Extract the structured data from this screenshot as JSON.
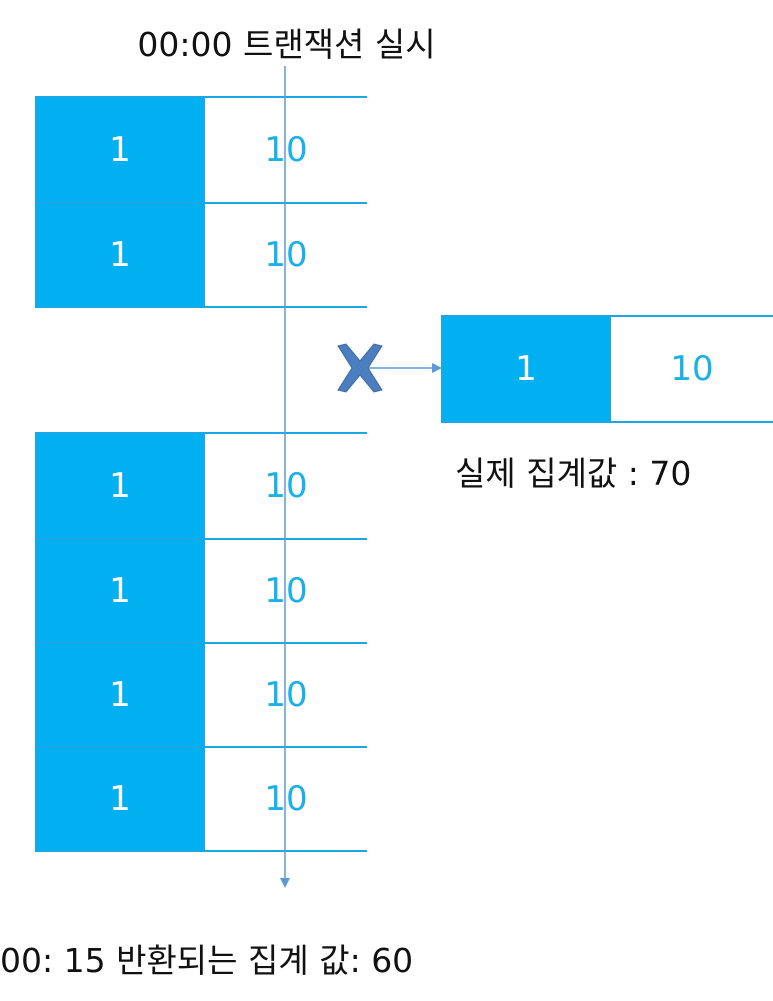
{
  "title": "00:00 트랜잭션 실시",
  "actual_caption": "실제 집계값 : 70",
  "result_caption": "00: 15 반환되는 집계 값: 60",
  "colors": {
    "key_fill": "#00b0f0",
    "border": "#1aa7e4",
    "value_text": "#1ab0e8",
    "arrow": "#5b9bd5",
    "cross": "#4a7ebf"
  },
  "tables": {
    "top": [
      {
        "key": "1",
        "value": "10"
      },
      {
        "key": "1",
        "value": "10"
      }
    ],
    "bottom": [
      {
        "key": "1",
        "value": "10"
      },
      {
        "key": "1",
        "value": "10"
      },
      {
        "key": "1",
        "value": "10"
      },
      {
        "key": "1",
        "value": "10"
      }
    ],
    "side": [
      {
        "key": "1",
        "value": "10"
      }
    ]
  }
}
